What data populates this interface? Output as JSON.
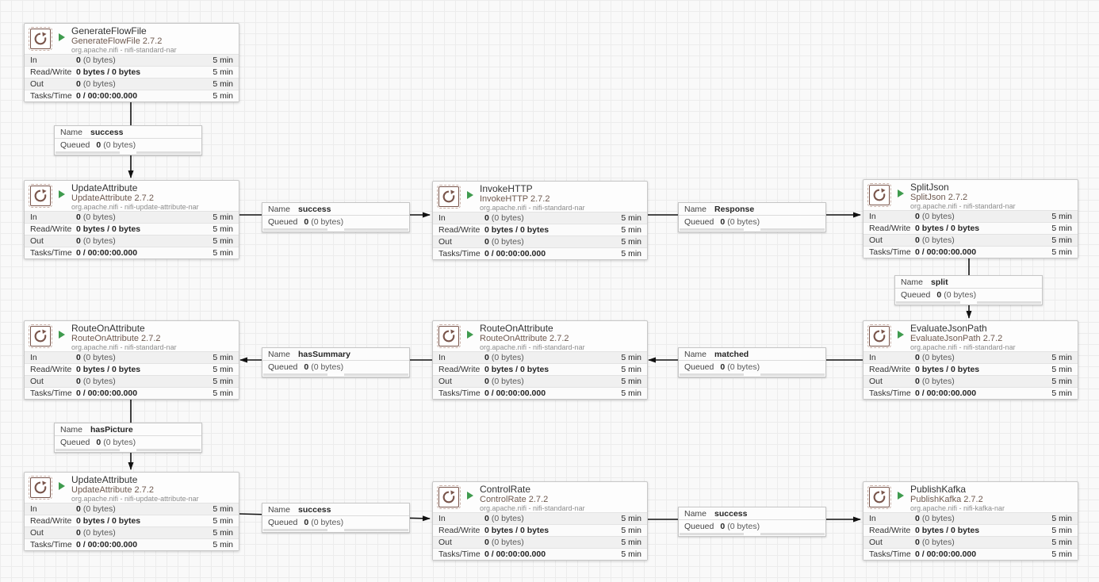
{
  "app": {
    "name": "NiFi flow canvas"
  },
  "colors": {
    "processor_icon_brown": "#7a564c",
    "run_status_green": "#3f9b4e",
    "connection_line": "#111111",
    "canvas_background": "#f9f9f9",
    "grid_line": "#ececec"
  },
  "icons": {
    "processor_icon": "circular-arrow-stamp",
    "run_status_icon": "play-triangle"
  },
  "row_labels": {
    "in": "In",
    "read_write": "Read/Write",
    "out": "Out",
    "tasks_time": "Tasks/Time"
  },
  "conn_labels": {
    "name": "Name",
    "queued": "Queued"
  },
  "processors": [
    {
      "name": "GenerateFlowFile",
      "type": "GenerateFlowFile 2.7.2",
      "bundle": "org.apache.nifi - nifi-standard-nar",
      "in_count": "0",
      "in_size": "(0 bytes)",
      "read_write": "0 bytes / 0 bytes",
      "out_count": "0",
      "out_size": "(0 bytes)",
      "tasks_time": "0 / 00:00:00.000",
      "window": "5 min"
    },
    {
      "name": "UpdateAttribute",
      "type": "UpdateAttribute 2.7.2",
      "bundle": "org.apache.nifi - nifi-update-attribute-nar",
      "in_count": "0",
      "in_size": "(0 bytes)",
      "read_write": "0 bytes / 0 bytes",
      "out_count": "0",
      "out_size": "(0 bytes)",
      "tasks_time": "0 / 00:00:00.000",
      "window": "5 min"
    },
    {
      "name": "InvokeHTTP",
      "type": "InvokeHTTP 2.7.2",
      "bundle": "org.apache.nifi - nifi-standard-nar",
      "in_count": "0",
      "in_size": "(0 bytes)",
      "read_write": "0 bytes / 0 bytes",
      "out_count": "0",
      "out_size": "(0 bytes)",
      "tasks_time": "0 / 00:00:00.000",
      "window": "5 min"
    },
    {
      "name": "SplitJson",
      "type": "SplitJson 2.7.2",
      "bundle": "org.apache.nifi - nifi-standard-nar",
      "in_count": "0",
      "in_size": "(0 bytes)",
      "read_write": "0 bytes / 0 bytes",
      "out_count": "0",
      "out_size": "(0 bytes)",
      "tasks_time": "0 / 00:00:00.000",
      "window": "5 min"
    },
    {
      "name": "EvaluateJsonPath",
      "type": "EvaluateJsonPath 2.7.2",
      "bundle": "org.apache.nifi - nifi-standard-nar",
      "in_count": "0",
      "in_size": "(0 bytes)",
      "read_write": "0 bytes / 0 bytes",
      "out_count": "0",
      "out_size": "(0 bytes)",
      "tasks_time": "0 / 00:00:00.000",
      "window": "5 min"
    },
    {
      "name": "RouteOnAttribute",
      "type": "RouteOnAttribute 2.7.2",
      "bundle": "org.apache.nifi - nifi-standard-nar",
      "in_count": "0",
      "in_size": "(0 bytes)",
      "read_write": "0 bytes / 0 bytes",
      "out_count": "0",
      "out_size": "(0 bytes)",
      "tasks_time": "0 / 00:00:00.000",
      "window": "5 min"
    },
    {
      "name": "RouteOnAttribute",
      "type": "RouteOnAttribute 2.7.2",
      "bundle": "org.apache.nifi - nifi-standard-nar",
      "in_count": "0",
      "in_size": "(0 bytes)",
      "read_write": "0 bytes / 0 bytes",
      "out_count": "0",
      "out_size": "(0 bytes)",
      "tasks_time": "0 / 00:00:00.000",
      "window": "5 min"
    },
    {
      "name": "UpdateAttribute",
      "type": "UpdateAttribute 2.7.2",
      "bundle": "org.apache.nifi - nifi-update-attribute-nar",
      "in_count": "0",
      "in_size": "(0 bytes)",
      "read_write": "0 bytes / 0 bytes",
      "out_count": "0",
      "out_size": "(0 bytes)",
      "tasks_time": "0 / 00:00:00.000",
      "window": "5 min"
    },
    {
      "name": "ControlRate",
      "type": "ControlRate 2.7.2",
      "bundle": "org.apache.nifi - nifi-standard-nar",
      "in_count": "0",
      "in_size": "(0 bytes)",
      "read_write": "0 bytes / 0 bytes",
      "out_count": "0",
      "out_size": "(0 bytes)",
      "tasks_time": "0 / 00:00:00.000",
      "window": "5 min"
    },
    {
      "name": "PublishKafka",
      "type": "PublishKafka 2.7.2",
      "bundle": "org.apache.nifi - nifi-kafka-nar",
      "in_count": "0",
      "in_size": "(0 bytes)",
      "read_write": "0 bytes / 0 bytes",
      "out_count": "0",
      "out_size": "(0 bytes)",
      "tasks_time": "0 / 00:00:00.000",
      "window": "5 min"
    }
  ],
  "connections": [
    {
      "name": "success",
      "queued_count": "0",
      "queued_size": "(0 bytes)"
    },
    {
      "name": "success",
      "queued_count": "0",
      "queued_size": "(0 bytes)"
    },
    {
      "name": "Response",
      "queued_count": "0",
      "queued_size": "(0 bytes)"
    },
    {
      "name": "split",
      "queued_count": "0",
      "queued_size": "(0 bytes)"
    },
    {
      "name": "matched",
      "queued_count": "0",
      "queued_size": "(0 bytes)"
    },
    {
      "name": "hasSummary",
      "queued_count": "0",
      "queued_size": "(0 bytes)"
    },
    {
      "name": "hasPicture",
      "queued_count": "0",
      "queued_size": "(0 bytes)"
    },
    {
      "name": "success",
      "queued_count": "0",
      "queued_size": "(0 bytes)"
    },
    {
      "name": "success",
      "queued_count": "0",
      "queued_size": "(0 bytes)"
    }
  ]
}
